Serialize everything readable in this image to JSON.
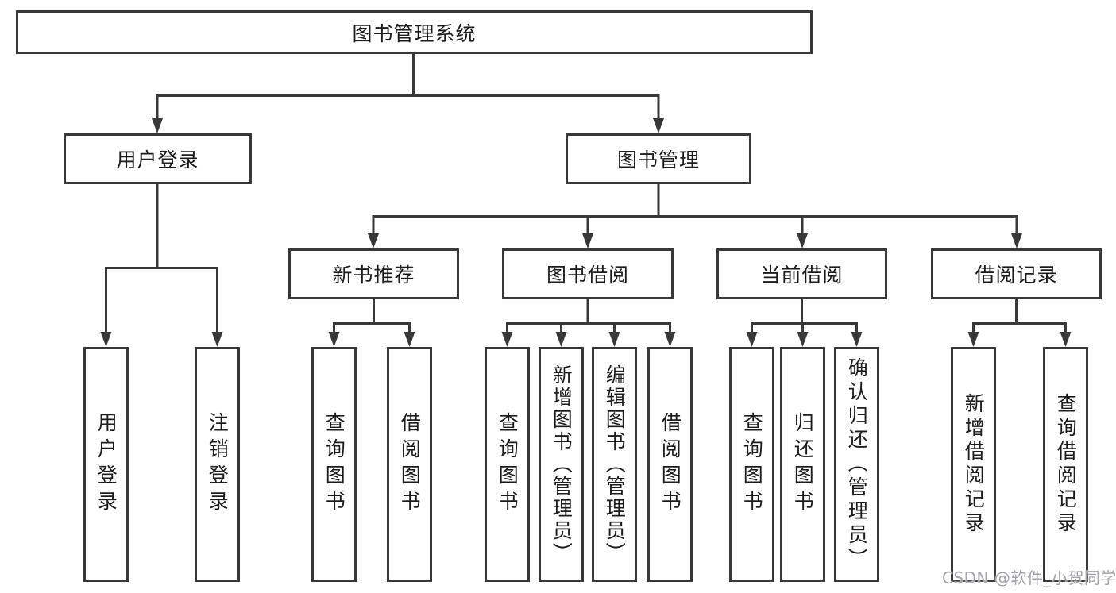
{
  "diagram": {
    "root": {
      "label": "图书管理系统"
    },
    "branches": [
      {
        "label": "用户登录",
        "children": [
          {
            "label": "用户登录"
          },
          {
            "label": "注销登录"
          }
        ]
      },
      {
        "label": "图书管理",
        "children": [
          {
            "label": "新书推荐",
            "children": [
              {
                "label": "查询图书"
              },
              {
                "label": "借阅图书"
              }
            ]
          },
          {
            "label": "图书借阅",
            "children": [
              {
                "label": "查询图书"
              },
              {
                "label": "新增图书（管理员）"
              },
              {
                "label": "编辑图书（管理员）"
              },
              {
                "label": "借阅图书"
              }
            ]
          },
          {
            "label": "当前借阅",
            "children": [
              {
                "label": "查询图书"
              },
              {
                "label": "归还图书"
              },
              {
                "label": "确认归还（管理员）"
              }
            ]
          },
          {
            "label": "借阅记录",
            "children": [
              {
                "label": "新增借阅记录"
              },
              {
                "label": "查询借阅记录"
              }
            ]
          }
        ]
      }
    ],
    "watermark": "CSDN @软件_小贺同学",
    "colors": {
      "line": "#383838",
      "text": "#1b1b1b",
      "background": "#ffffff",
      "watermark": "#a3a3a7"
    }
  }
}
